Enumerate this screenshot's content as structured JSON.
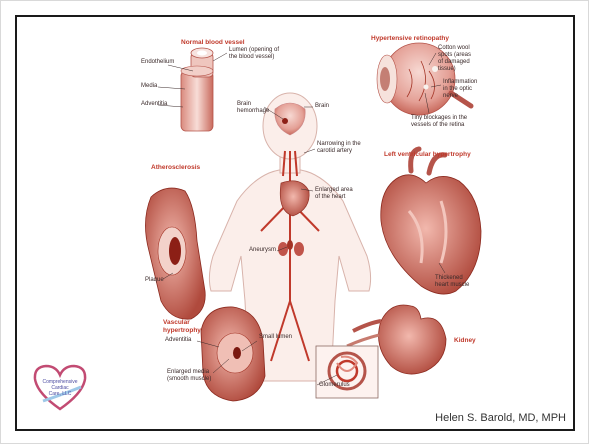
{
  "sections": {
    "normal_vessel": "Normal blood vessel",
    "retinopathy": "Hypertensive retinopathy",
    "atherosclerosis": "Atherosclerosis",
    "lvh": "Left ventricular hypertrophy",
    "vascular": "Vascular\nhypertrophy",
    "kidney": "Kidney"
  },
  "labels": {
    "lumen": "Lumen (opening of\nthe blood vessel)",
    "endothelium": "Endothelium",
    "media": "Media",
    "adventitia_top": "Adventitia",
    "brain": "Brain",
    "brain_hemorrhage": "Brain\nhemorrhage",
    "narrowing": "Narrowing in the\ncarotid artery",
    "enlarged_heart": "Enlarged area\nof the heart",
    "aneurysm": "Aneurysm",
    "plaque": "Plaque",
    "cotton_wool": "Cotton wool\nspots (areas\nof damaged\ntissue)",
    "inflammation": "Inflammation\nin the optic\nnerve",
    "tiny_blockages": "Tiny blockages in the\nvessels of the retina",
    "thickened": "Thickened\nheart muscle",
    "adventitia_bottom": "Adventitia",
    "small_lumen": "Small lumen",
    "enlarged_media": "Enlarged media\n(smooth muscle)",
    "glomerulus": "Glomerulus"
  },
  "logo": {
    "text": "Comprehensive\nCardiac\nCare, LLC"
  },
  "author": "Helen S. Barold, MD, MPH",
  "colors": {
    "accent": "#c0392b",
    "tissue": "#e8a9a0",
    "tissue_dark": "#b5544a",
    "frame": "#1a1a1a"
  }
}
